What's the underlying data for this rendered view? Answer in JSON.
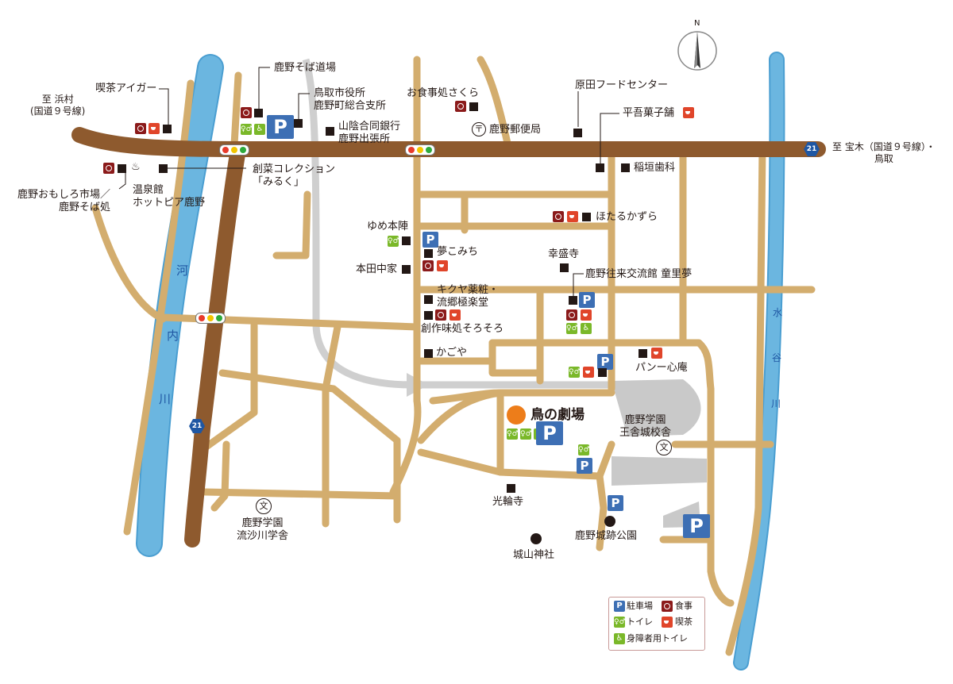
{
  "map": {
    "directions": {
      "west": "至 浜村\n(国道９号線)",
      "east": "至 宝木（国道９号線）・\n鳥取",
      "north": "N"
    },
    "rivers": {
      "kawachi": [
        "河",
        "内",
        "川"
      ],
      "mizutani": [
        "水",
        "谷",
        "川"
      ]
    },
    "route_number": "21",
    "theater": {
      "name": "鳥の劇場"
    },
    "places": {
      "kissa_aigar": "喫茶アイガー",
      "shikano_soba_dojo": "鹿野そば道場",
      "city_office": "鳥取市役所\n鹿野町総合支所",
      "sanin_bank": "山陰合同銀行\n鹿野出張所",
      "sakura": "お食事処さくら",
      "post_office": "鹿野郵便局",
      "harada_food": "原田フードセンター",
      "heigo_kashi": "平吾菓子舗",
      "inagaki_dental": "稲垣歯科",
      "omoshiro": "鹿野おもしろ市場／\n鹿野そば処",
      "onsen": "温泉館\nホットピア鹿野",
      "miruku": "創菜コレクション\n「みるく」",
      "hotaru": "ほたるかずら",
      "yume_honjin": "ゆめ本陣",
      "yume_komichi": "夢こみち",
      "honda_nakaya": "本田中家",
      "koseiji": "幸盛寺",
      "warimu": "鹿野往来交流館 童里夢",
      "kikuya": "キクヤ薬粧・\n流郷極楽堂",
      "sorosoro": "創作味処そろそろ",
      "kagoya": "かごや",
      "panichi": "パンー心庵",
      "ousajo": "鹿野学園\n王舎城校舎",
      "kourinji": "光輪寺",
      "shiroyama": "城山神社",
      "castle_park": "鹿野城跡公園",
      "rusagawa": "鹿野学園\n流沙川学舎"
    },
    "icons": {
      "parking": "P",
      "school": "文",
      "post": "〒",
      "onsen": "♨",
      "toilet": "♀♂",
      "accessible": "♿"
    }
  },
  "legend": {
    "parking": "駐車場",
    "food": "食事",
    "toilet": "トイレ",
    "cafe": "喫茶",
    "accessible": "身障者用トイレ"
  },
  "colors": {
    "main_road": "#8e5a2e",
    "street": "#d3ad6e",
    "river": "#6bb6e0",
    "river_edge": "#4a9ed1",
    "gray_path": "#cfcfcf",
    "school_ground": "#c9c9c9",
    "parking": "#3d6fb4",
    "food": "#8b1a1a",
    "cafe": "#e0452a",
    "toilet": "#7ab829",
    "theater": "#ed7d1a",
    "signal_red": "#e83a2a",
    "signal_yellow": "#f2c500",
    "signal_green": "#2daa3c",
    "route_shield": "#1f57a3"
  }
}
